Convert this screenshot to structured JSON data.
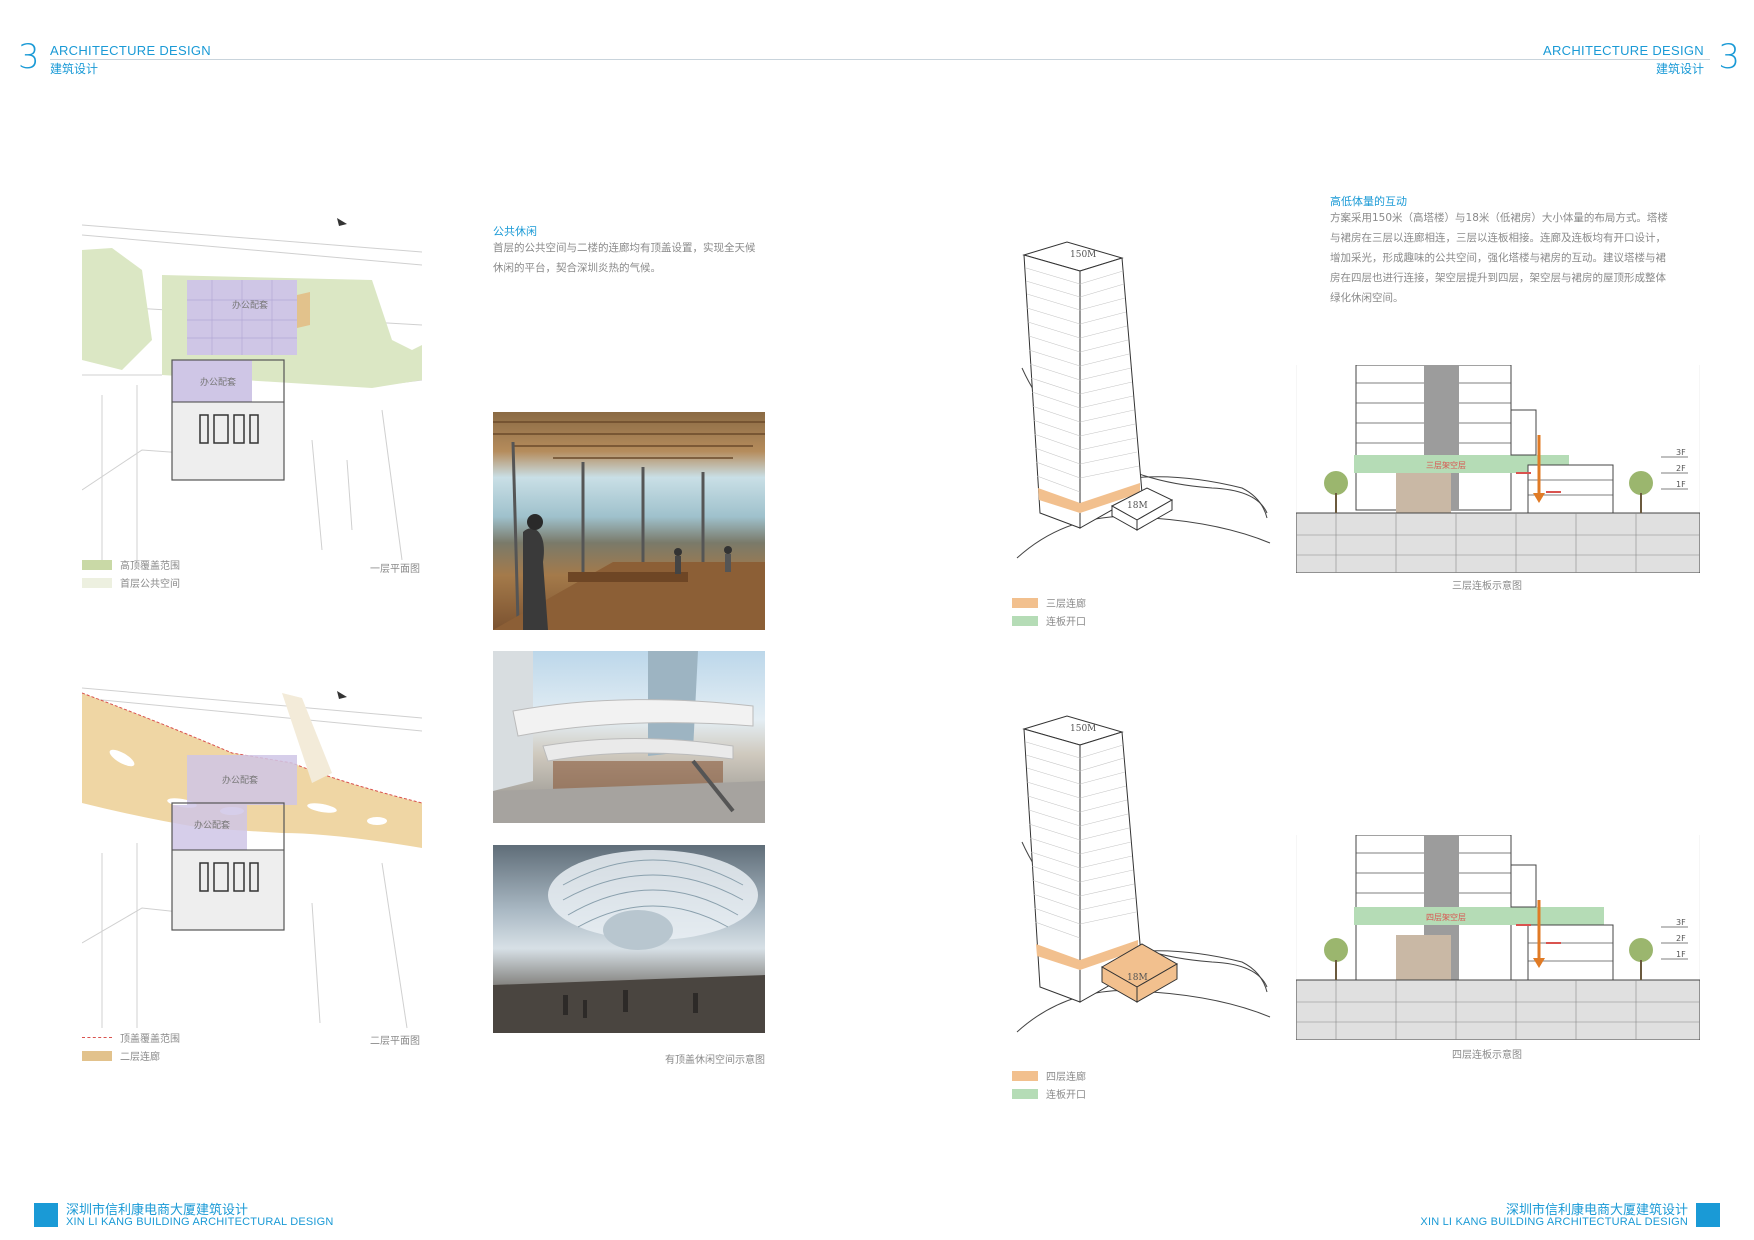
{
  "header": {
    "left": {
      "num": "3",
      "en": "ARCHITECTURE DESIGN",
      "cn": "建筑设计"
    },
    "right": {
      "num": "3",
      "en": "ARCHITECTURE DESIGN",
      "cn": "建筑设计"
    }
  },
  "left_page": {
    "plan1": {
      "label_office_top": "办公配套",
      "label_office_mid": "办公配套",
      "caption": "一层平面图",
      "legend": [
        {
          "label": "高顶覆盖范围",
          "color": "#c9d9a6"
        },
        {
          "label": "首层公共空间",
          "color": "#edf0e0"
        }
      ]
    },
    "plan2": {
      "label_office_top": "办公配套",
      "label_office_mid": "办公配套",
      "caption": "二层平面图",
      "legend": [
        {
          "label": "顶盖覆盖范围",
          "type": "dashed",
          "color": "#d9534f"
        },
        {
          "label": "二层连廊",
          "color": "#e2c28c"
        }
      ]
    },
    "section_title": "公共休闲",
    "section_text": "首层的公共空间与二楼的连廊均有顶盖设置，实现全天候休闲的平台，契合深圳炎热的气候。",
    "photo_caption": "有顶盖休闲空间示意图"
  },
  "right_page": {
    "section_title": "高低体量的互动",
    "section_text": "方案采用150米（高塔楼）与18米（低裙房）大小体量的布局方式。塔楼与裙房在三层以连廊相连，三层以连板相接。连廊及连板均有开口设计，增加采光，形成趣味的公共空间，强化塔楼与裙房的互动。建议塔楼与裙房在四层也进行连接，架空层提升到四层，架空层与裙房的屋顶形成整体绿化休闲空间。",
    "diagram1": {
      "tower_height": "150M",
      "podium_height": "18M",
      "legend": [
        {
          "label": "三层连廊",
          "color": "#f2c08e"
        },
        {
          "label": "连板开口",
          "color": "#b5dcb6"
        }
      ]
    },
    "section1": {
      "band_label": "三层架空层",
      "levels": [
        "3F",
        "2F",
        "1F"
      ],
      "caption": "三层连板示意图"
    },
    "diagram2": {
      "tower_height": "150M",
      "podium_height": "18M",
      "legend": [
        {
          "label": "四层连廊",
          "color": "#f2c08e"
        },
        {
          "label": "连板开口",
          "color": "#b5dcb6"
        }
      ]
    },
    "section2": {
      "band_label": "四层架空层",
      "levels": [
        "3F",
        "2F",
        "1F"
      ],
      "caption": "四层连板示意图"
    }
  },
  "footer": {
    "left": {
      "cn": "深圳市信利康电商大厦建筑设计",
      "en": "XIN LI KANG BUILDING ARCHITECTURAL DESIGN"
    },
    "right": {
      "cn": "深圳市信利康电商大厦建筑设计",
      "en": "XIN LI KANG BUILDING ARCHITECTURAL DESIGN"
    }
  },
  "colors": {
    "accent": "#1a9ad6",
    "office_purple": "#cfc6e6",
    "green_cover": "#c9d9a6",
    "corridor": "#e2c28c"
  }
}
